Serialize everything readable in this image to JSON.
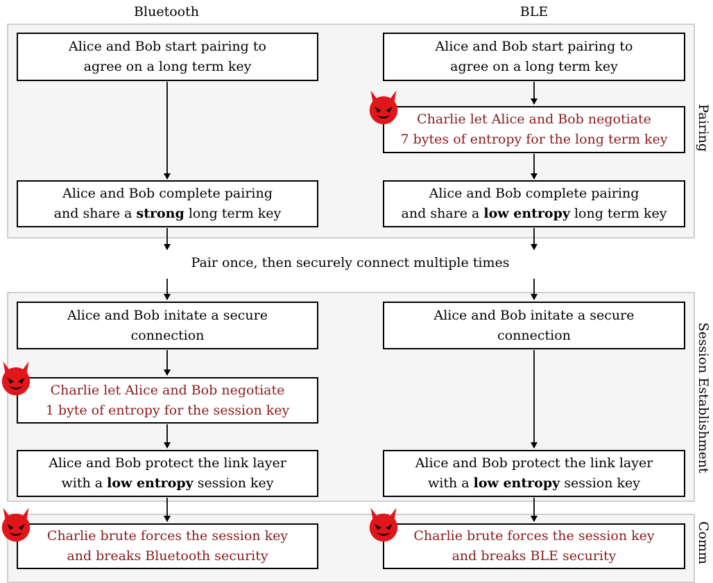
{
  "columns": {
    "left": "Bluetooth",
    "right": "BLE"
  },
  "phases": {
    "pairing": "Pairing",
    "session": "Session Establishment",
    "comm": "Comm"
  },
  "between_text": "Pair once, then securely connect multiple times",
  "left": {
    "start_pairing": {
      "l1": "Alice and Bob start pairing to",
      "l2": "agree on a long term key"
    },
    "complete_pairing": {
      "l1": "Alice and Bob complete pairing",
      "l2_pre": "and share a ",
      "l2_bold": "strong",
      "l2_post": " long term key"
    },
    "initiate": {
      "l1": "Alice and Bob initate a secure",
      "l2": "connection"
    },
    "negotiate": {
      "l1": "Charlie let Alice and Bob negotiate",
      "l2": "1 byte of entropy for the session key"
    },
    "protect": {
      "l1": "Alice and Bob protect the link layer",
      "l2_pre": "with a ",
      "l2_bold": "low entropy",
      "l2_post": " session key"
    },
    "brute": {
      "l1": "Charlie brute forces the session key",
      "l2": "and breaks Bluetooth security"
    }
  },
  "right": {
    "start_pairing": {
      "l1": "Alice and Bob start pairing to",
      "l2": "agree on a long term key"
    },
    "negotiate": {
      "l1": "Charlie let Alice and Bob negotiate",
      "l2": "7 bytes of entropy for the long term key"
    },
    "complete_pairing": {
      "l1": "Alice and Bob complete pairing",
      "l2_pre": "and share a ",
      "l2_bold": "low entropy",
      "l2_post": " long term key"
    },
    "initiate": {
      "l1": "Alice and Bob initate a secure",
      "l2": "connection"
    },
    "protect": {
      "l1": "Alice and Bob protect the link layer",
      "l2_pre": "with a ",
      "l2_bold": "low entropy",
      "l2_post": " session key"
    },
    "brute": {
      "l1": "Charlie brute forces the session key",
      "l2": "and breaks BLE security"
    }
  },
  "colors": {
    "attack_text": "#8b1a1a",
    "devil": "#e0161b",
    "panel_bg": "#f5f5f5"
  },
  "icons": {
    "attacker": "devil-face-icon"
  }
}
